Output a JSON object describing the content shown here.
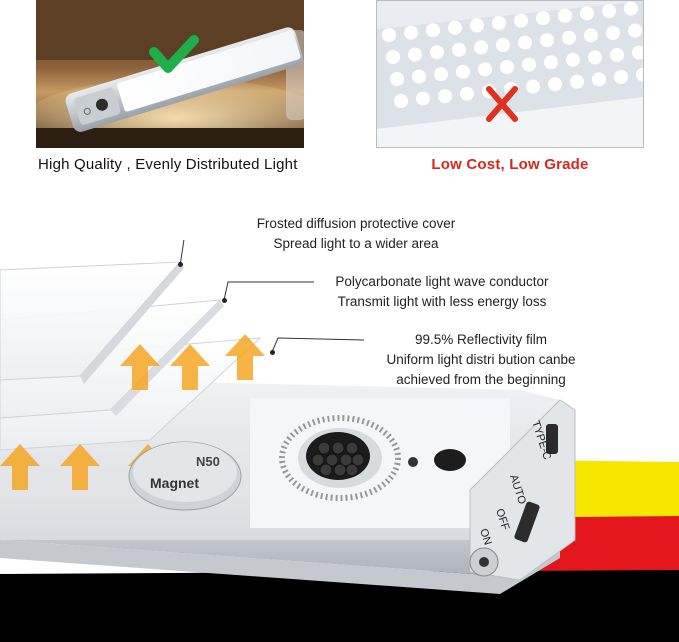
{
  "comparison": {
    "good_caption": "High Quality , Evenly Distributed Light",
    "bad_caption": "Low Cost,   Low Grade",
    "good_mark": "check-mark",
    "bad_mark": "cross-mark"
  },
  "callouts": [
    {
      "line1": "Frosted diffusion protective cover",
      "line2": "Spread light to a wider area"
    },
    {
      "line1": "Polycarbonate light wave conductor",
      "line2": "Transmit light with less energy loss"
    },
    {
      "line1": "99.5% Reflectivity film",
      "line2": "Uniform light distri bution canbe",
      "line3": "achieved from the beginning"
    }
  ],
  "device": {
    "magnet_label": "Magnet",
    "magnet_label_prefix": "N50",
    "port_label": "TYPE-C",
    "switch_labels": [
      "ON",
      "OFF",
      "AUTO"
    ]
  },
  "colors": {
    "check": "#1fae4a",
    "cross": "#e0301e",
    "bad_caption": "#d9261c",
    "arrow": "#f6a623",
    "stripe_yellow": "#f7e600",
    "stripe_red": "#e3171b",
    "stripe_black": "#000000"
  }
}
